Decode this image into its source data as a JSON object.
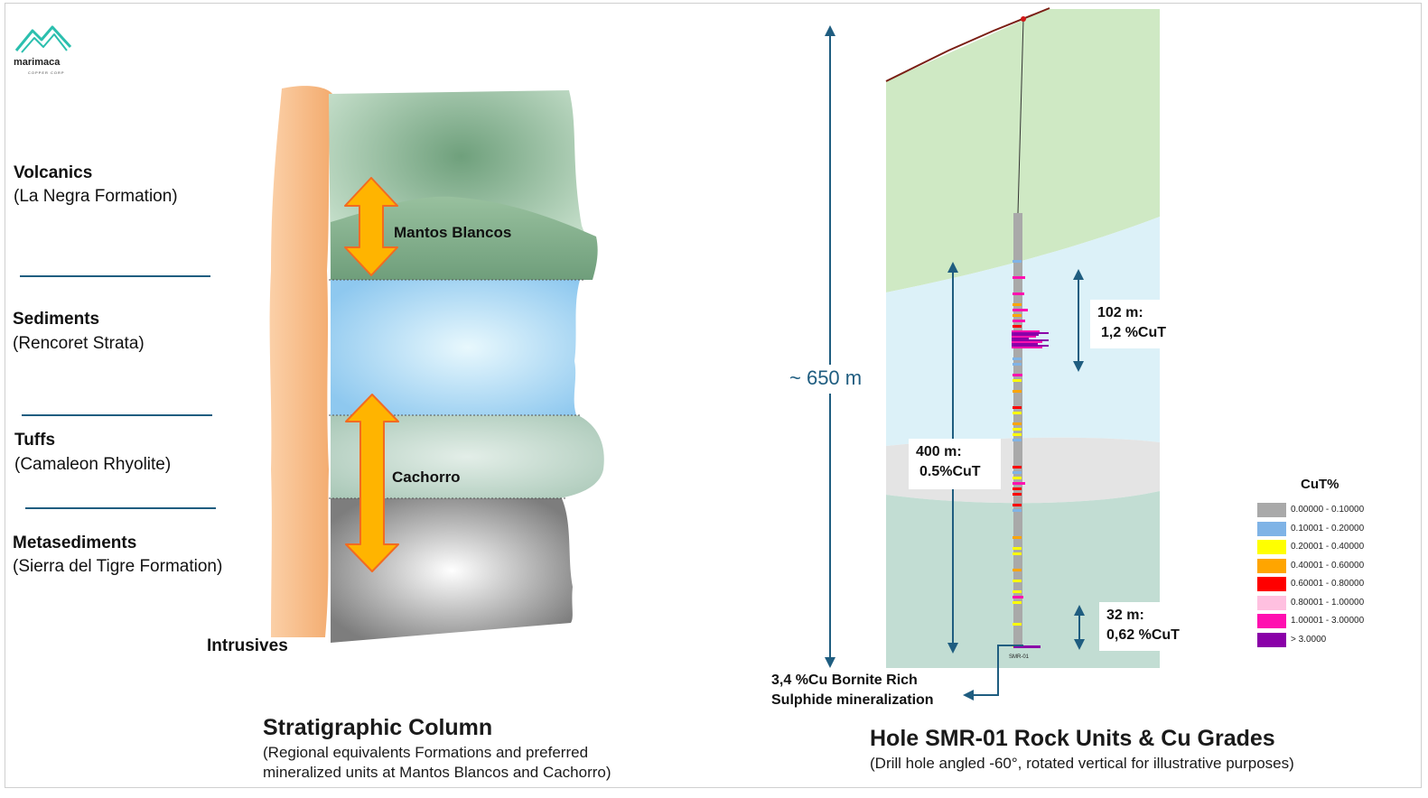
{
  "logo": {
    "name": "marimaca",
    "tagline": "COPPER CORP",
    "color": "#2bbfae"
  },
  "left_panel": {
    "units": [
      {
        "name": "Volcanics",
        "formation": "(La Negra Formation)"
      },
      {
        "name": "Sediments",
        "formation": "(Rencoret Strata)"
      },
      {
        "name": "Tuffs",
        "formation": "(Camaleon Rhyolite)"
      },
      {
        "name": "Metasediments",
        "formation": "(Sierra del Tigre Formation)"
      }
    ],
    "intrusives_label": "Intrusives",
    "mineralized": [
      "Mantos Blancos",
      "Cachorro"
    ],
    "title": "Stratigraphic Column",
    "subtitle": "(Regional equivalents Formations and preferred mineralized units at Mantos Blancos and Cachorro)",
    "colors": {
      "volcanics": "#9fc7a4",
      "sediments": "#a8d7f2",
      "tuffs": "#c9ddd2",
      "metasediments": "#8a8a8a",
      "intrusives": "#f6b880",
      "arrow": "#ffb400",
      "arrow_stroke": "#f26b21"
    }
  },
  "right_panel": {
    "depth_label": "~ 650 m",
    "intervals": [
      {
        "length": "102 m:",
        "grade": "1,2 %CuT"
      },
      {
        "length": "400 m:",
        "grade": "0.5%CuT"
      },
      {
        "length": "32 m:",
        "grade": "0,62 %CuT"
      }
    ],
    "bornite_note": [
      "3,4 %Cu Bornite Rich",
      "Sulphide mineralization"
    ],
    "hole_id": "SMR-01",
    "title": "Hole SMR-01 Rock Units & Cu Grades",
    "subtitle": "(Drill hole angled -60°, rotated vertical for illustrative purposes)",
    "colors": {
      "green_unit": "#cfe9c4",
      "blue_unit": "#dcf1f8",
      "grey_unit": "#e4e4e4",
      "teal_unit": "#c2ddd3",
      "arrow": "#1f5d80",
      "surface": "#7a1f14"
    }
  },
  "legend": {
    "title": "CuT%",
    "items": [
      {
        "label": "0.00000 - 0.10000",
        "color": "#a9a9a9"
      },
      {
        "label": "0.10001 - 0.20000",
        "color": "#7fb3e6"
      },
      {
        "label": "0.20001 - 0.40000",
        "color": "#ffff00"
      },
      {
        "label": "0.40001 - 0.60000",
        "color": "#ffa500"
      },
      {
        "label": "0.60001 - 0.80000",
        "color": "#ff0000"
      },
      {
        "label": "0.80001 - 1.00000",
        "color": "#ffc0e0"
      },
      {
        "label": "1.00001 - 3.00000",
        "color": "#ff10b0"
      },
      {
        "label": "> 3.0000",
        "color": "#8a00a8"
      }
    ]
  }
}
